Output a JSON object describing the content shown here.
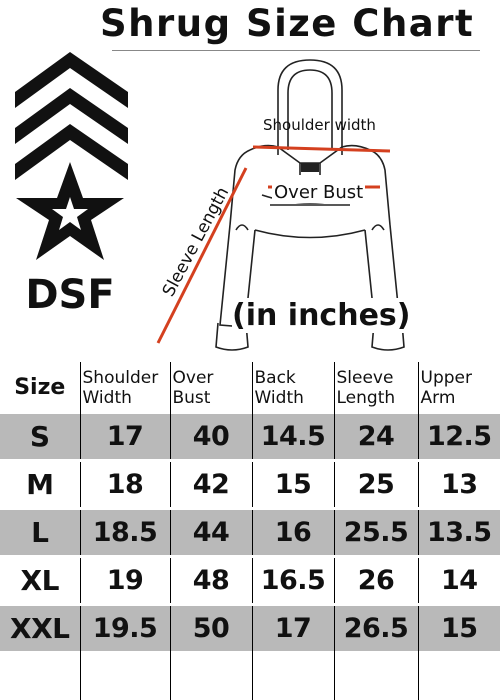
{
  "title": "Shrug Size Chart",
  "brand": "DSF",
  "figure": {
    "shoulder_label": "Shoulder width",
    "bust_label": "Over Bust",
    "sleeve_label": "Sleeve Length",
    "units_label": "(in inches)",
    "measure_line_color": "#d4401f"
  },
  "table": {
    "headers": [
      "Size",
      "Shoulder Width",
      "Over Bust",
      "Back Width",
      "Sleeve Length",
      "Upper Arm"
    ],
    "rows": [
      [
        "S",
        "17",
        "40",
        "14.5",
        "24",
        "12.5"
      ],
      [
        "M",
        "18",
        "42",
        "15",
        "25",
        "13"
      ],
      [
        "L",
        "18.5",
        "44",
        "16",
        "25.5",
        "13.5"
      ],
      [
        "XL",
        "19",
        "48",
        "16.5",
        "26",
        "14"
      ],
      [
        "XXL",
        "19.5",
        "50",
        "17",
        "26.5",
        "15"
      ]
    ],
    "shaded_row_color": "#b9b9b9"
  }
}
